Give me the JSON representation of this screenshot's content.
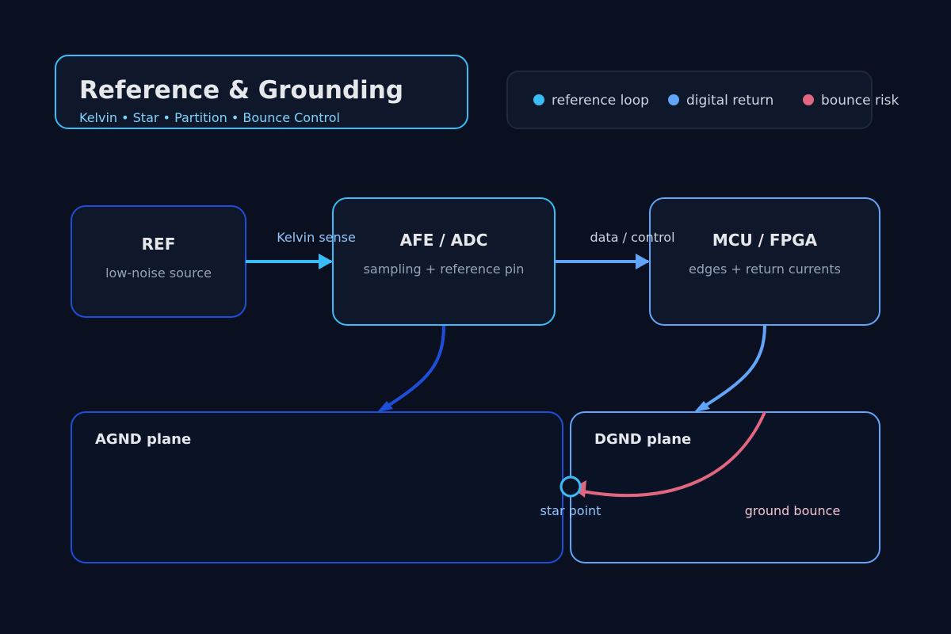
{
  "header": {
    "title": "Reference & Grounding",
    "subtitle": "Kelvin • Star • Partition • Bounce Control"
  },
  "legend": {
    "items": [
      {
        "label": "reference loop",
        "color": "#38bdf8"
      },
      {
        "label": "digital return",
        "color": "#60a5fa"
      },
      {
        "label": "bounce risk",
        "color": "#e0677f"
      }
    ]
  },
  "nodes": {
    "ref": {
      "title": "REF",
      "subtitle": "low-noise source"
    },
    "afe": {
      "title": "AFE / ADC",
      "subtitle": "sampling + reference pin"
    },
    "mcu": {
      "title": "MCU / FPGA",
      "subtitle": "edges + return currents"
    },
    "agnd": {
      "title": "AGND plane"
    },
    "dgnd": {
      "title": "DGND plane"
    }
  },
  "edges": {
    "kelvin": {
      "label": "Kelvin sense"
    },
    "data": {
      "label": "data / control"
    }
  },
  "annotations": {
    "star_point": "star point",
    "ground_bounce": "ground bounce"
  },
  "colors": {
    "background": "#0b1020",
    "panel": "#0f172a",
    "plane": "#0a1226",
    "reference": "#38bdf8",
    "digital": "#60a5fa",
    "agnd": "#1d4ed8",
    "bounce": "#e0677f"
  }
}
